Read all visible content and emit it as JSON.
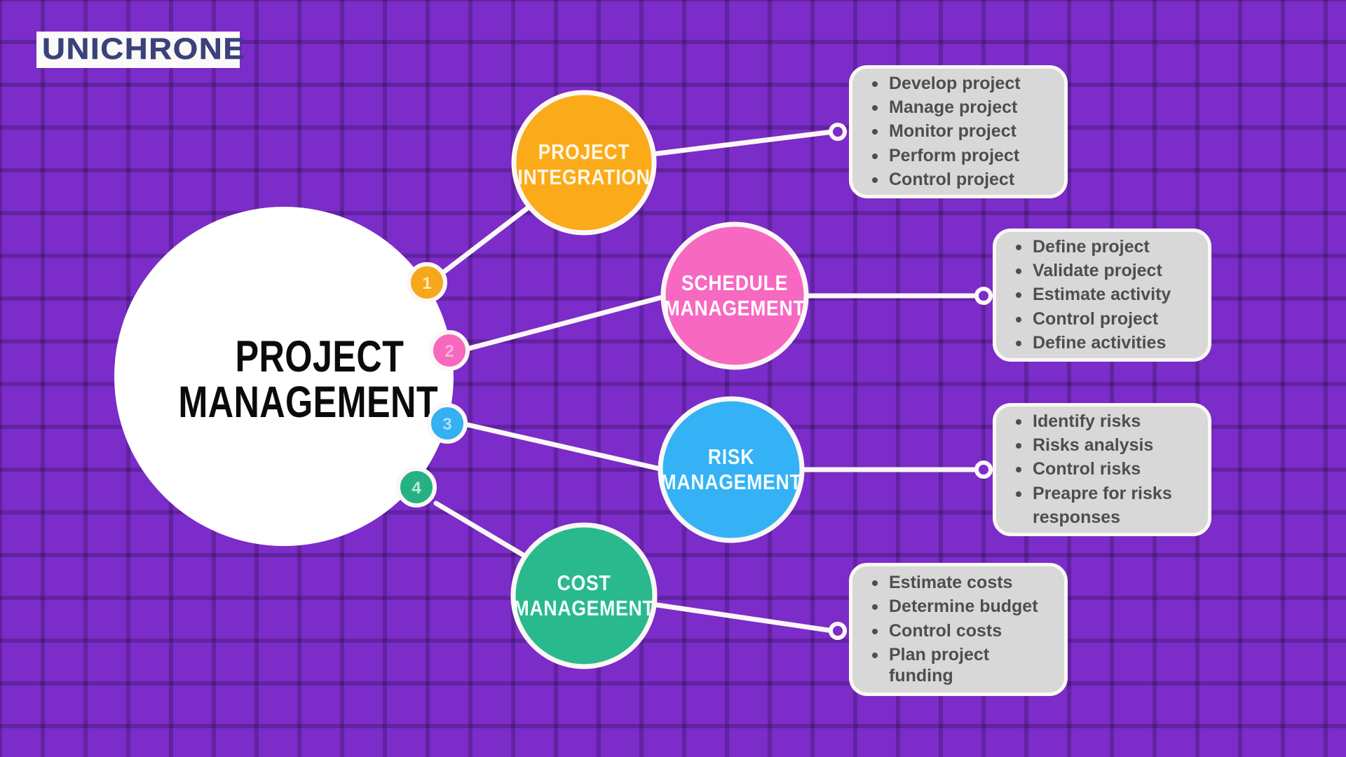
{
  "brand": {
    "logo_text": "UNICHRONE"
  },
  "hub": {
    "line1": "PROJECT",
    "line2": "MANAGEMENT",
    "fill": "#FFFFFF",
    "text_color": "#0B0B0B"
  },
  "colors": {
    "background": "#7B2CC9",
    "grid_line": "#5E1FA0",
    "connector": "#FBF7F5",
    "box_fill": "#D8D8D8",
    "box_border": "#FBF7F5",
    "box_text": "#4E4E4E"
  },
  "branches": [
    {
      "badge": "1",
      "badge_fill": "#F5A81C",
      "badge_text_color": "#FFE9B8",
      "node_line1": "PROJECT",
      "node_line2": "INTEGRATION",
      "node_fill": "#FBAA19",
      "node_text_color": "#FDF6E4",
      "items": [
        "Develop project",
        "Manage project",
        "Monitor project",
        "Perform project",
        "Control project"
      ]
    },
    {
      "badge": "2",
      "badge_fill": "#F768BE",
      "badge_text_color": "#FBB3DD",
      "node_line1": "SCHEDULE",
      "node_line2": "MANAGEMENT",
      "node_fill": "#F768C0",
      "node_text_color": "#FFFFFF",
      "items": [
        "Define project",
        "Validate project",
        "Estimate activity",
        "Control project",
        "Define activities"
      ]
    },
    {
      "badge": "3",
      "badge_fill": "#35B0F2",
      "badge_text_color": "#A8E0FA",
      "node_line1": "RISK",
      "node_line2": "MANAGEMENT",
      "node_fill": "#34B2F5",
      "node_text_color": "#F2FBFF",
      "items": [
        "Identify risks",
        "Risks analysis",
        "Control risks",
        "Preapre for risks",
        "responses"
      ]
    },
    {
      "badge": "4",
      "badge_fill": "#26B184",
      "badge_text_color": "#BDEBDA",
      "node_line1": "COST",
      "node_line2": "MANAGEMENT",
      "node_fill": "#29B98D",
      "node_text_color": "#F4FFFB",
      "items": [
        "Estimate costs",
        "Determine budget",
        "Control costs",
        "Plan project funding"
      ]
    }
  ]
}
